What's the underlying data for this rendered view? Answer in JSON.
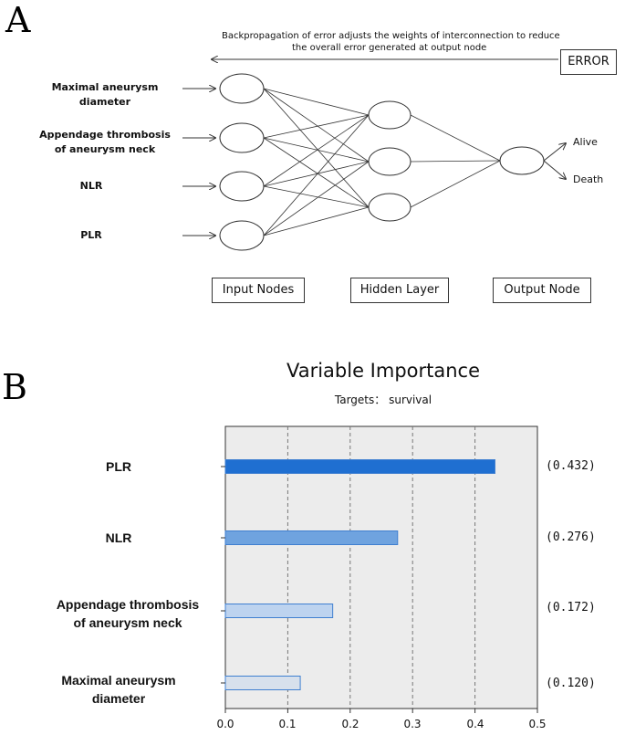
{
  "panel_a": {
    "letter": "A",
    "backprop_line1": "Backpropagation of error adjusts the weights of interconnection to reduce",
    "backprop_line2": "the overall error generated at output node",
    "error_box": "ERROR",
    "inputs": [
      {
        "line1": "Maximal aneurysm",
        "line2": "diameter"
      },
      {
        "line1": "Appendage thrombosis",
        "line2": "of aneurysm neck"
      },
      {
        "line1": "NLR",
        "line2": ""
      },
      {
        "line1": "PLR",
        "line2": ""
      }
    ],
    "outputs": [
      "Alive",
      "Death"
    ],
    "layer_labels": {
      "input": "Input Nodes",
      "hidden": "Hidden Layer",
      "output": "Output Node"
    }
  },
  "panel_b": {
    "letter": "B"
  },
  "chart_data": {
    "type": "bar",
    "orientation": "horizontal",
    "title": "Variable Importance",
    "subtitle": "Targets： survival",
    "categories": [
      {
        "line1": "PLR",
        "line2": ""
      },
      {
        "line1": "NLR",
        "line2": ""
      },
      {
        "line1": "Appendage thrombosis",
        "line2": "of aneurysm neck"
      },
      {
        "line1": "Maximal aneurysm",
        "line2": "diameter"
      }
    ],
    "values": [
      0.432,
      0.276,
      0.172,
      0.12
    ],
    "value_labels": [
      "(0.432)",
      "(0.276)",
      "(0.172)",
      "(0.120)"
    ],
    "xlim": [
      0,
      0.5
    ],
    "xticks": [
      "0.0",
      "0.1",
      "0.2",
      "0.3",
      "0.4",
      "0.5"
    ],
    "grid": "vertical dashed",
    "colors": {
      "bar_fills": [
        "#1f6fd1",
        "#6fa3df",
        "#bdd3ef",
        "#d7e0ec"
      ],
      "bar_edge": "#3f7fd0",
      "plot_background": "#ececec"
    }
  }
}
